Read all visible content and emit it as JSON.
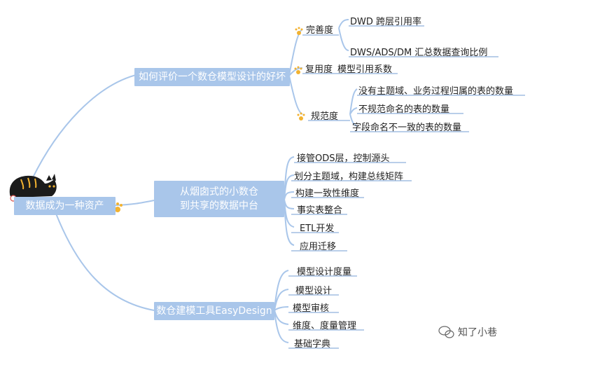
{
  "root": {
    "label": "数据成为一种资产"
  },
  "branch1": {
    "title": "如何评价一个数仓模型设计的好坏",
    "g1": {
      "label": "完善度",
      "leaf1": "DWD 跨层引用率",
      "leaf2": "DWS/ADS/DM 汇总数据查询比例"
    },
    "g2": {
      "label": "复用度",
      "leaf1": "模型引用系数"
    },
    "g3": {
      "label": "规范度",
      "leaf1": "没有主题域、业务过程归属的表的数量",
      "leaf2": "不规范命名的表的数量",
      "leaf3": "字段命名不一致的表的数量"
    }
  },
  "branch2": {
    "title_line1": "从烟囱式的小数仓",
    "title_line2": "到共享的数据中台",
    "items": [
      "接管ODS层，控制源头",
      "划分主题域，构建总线矩阵",
      "构建一致性维度",
      "事实表整合",
      "ETL开发",
      "应用迁移"
    ]
  },
  "branch3": {
    "title": "数仓建模工具EasyDesign",
    "items": [
      "模型设计度量",
      "模型设计",
      "模型审核",
      "维度、度量管理",
      "基础字典"
    ]
  },
  "watermark": {
    "text": "知了小巷"
  },
  "colors": {
    "box": "#a9c6ea",
    "line": "#a9c6ea",
    "paw": "#f2b230",
    "underline": "#8fb1dc"
  }
}
